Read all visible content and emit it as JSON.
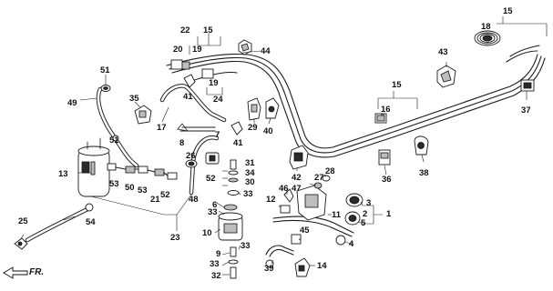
{
  "direction_label": "FR.",
  "callouts": {
    "c1": "1",
    "c2": "2",
    "c3": "3",
    "c4": "4",
    "c5": "5",
    "c6": "6",
    "c7": "7",
    "c8": "8",
    "c9": "9",
    "c10": "10",
    "c11": "11",
    "c12": "12",
    "c13": "13",
    "c14": "14",
    "c15a": "15",
    "c15b": "15",
    "c15c": "15",
    "c16": "16",
    "c17": "17",
    "c18": "18",
    "c19a": "19",
    "c19b": "19",
    "c20": "20",
    "c21": "21",
    "c22": "22",
    "c23": "23",
    "c24": "24",
    "c25": "25",
    "c26": "26",
    "c27": "27",
    "c28": "28",
    "c29": "29",
    "c30": "30",
    "c31": "31",
    "c32": "32",
    "c33a": "33",
    "c33b": "33",
    "c33c": "33",
    "c33d": "33",
    "c34": "34",
    "c35": "35",
    "c36": "36",
    "c37": "37",
    "c38": "38",
    "c39": "39",
    "c40": "40",
    "c41a": "41",
    "c41b": "41",
    "c42": "42",
    "c43": "43",
    "c44": "44",
    "c45": "45",
    "c46": "46",
    "c47": "47",
    "c48": "48",
    "c49": "49",
    "c50": "50",
    "c51a": "51",
    "c51b": "51",
    "c52a": "52",
    "c52b": "52",
    "c53a": "53",
    "c53b": "53",
    "c54": "54"
  }
}
